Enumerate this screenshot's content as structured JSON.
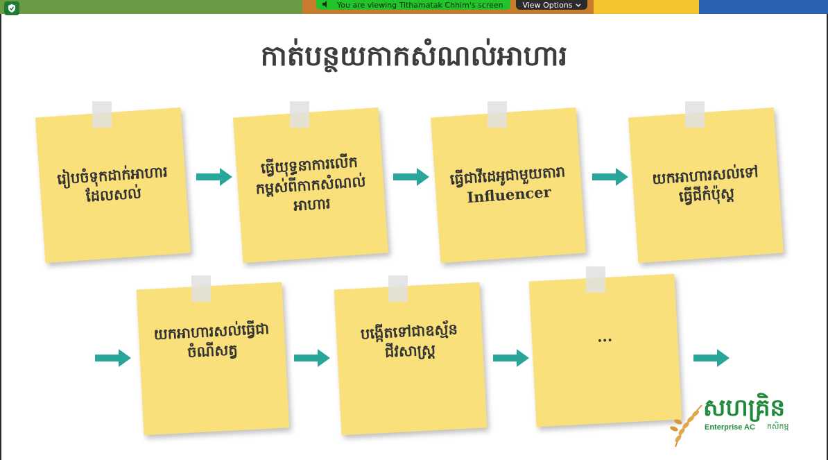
{
  "zoom_bar": {
    "banner_text": "You are viewing Tithamatak Chhim's screen",
    "view_options_label": "View Options",
    "colors": [
      "#6a9a44",
      "#c77b2c",
      "#f4c430",
      "#2d62b0"
    ]
  },
  "slide": {
    "title": "កាត់បន្ថយកាកសំណល់អាហារ",
    "notes": [
      "រៀបចំទុកដាក់អាហារដែលសល់",
      "ធ្វើយុទ្ធនាការលើកកម្ពស់ពីកាកសំណល់អាហារ",
      "ធ្វើជាវីដេអូជាមួយតារា Influencer",
      "យកអាហារសល់ទៅធ្វើជីកំប៉ុស្ត",
      "យកអាហារសល់ធ្វើជាចំណីសត្វ",
      "បង្កើតទៅជាឧស្ម័នជីវសាស្ត្រ",
      "..."
    ],
    "note_color": "#fae07a",
    "arrow_color": "#2aa59a"
  },
  "logo": {
    "khmer_name": "សហគ្រិន",
    "english_name": "Enterprise AC",
    "khmer_sub": "កសិកម្ម",
    "color": "#1f8a3c"
  }
}
